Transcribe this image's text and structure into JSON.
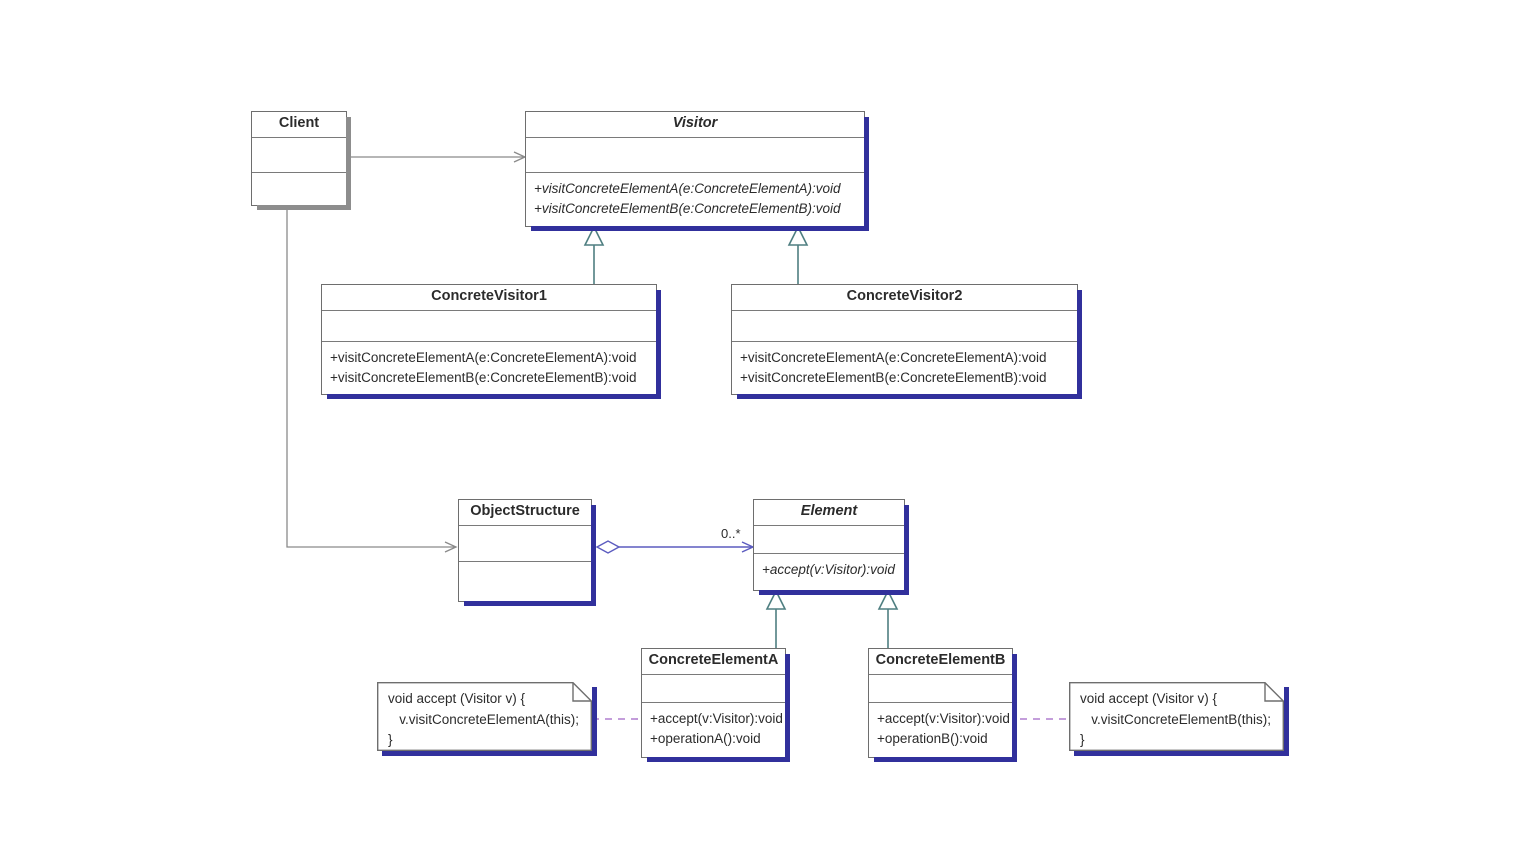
{
  "diagram": {
    "type": "uml-class-diagram",
    "pattern": "Visitor",
    "background": "#ffffff",
    "colors": {
      "class_border": "#6e6e6e",
      "class_shadow": "#31309c",
      "client_shadow": "#8d8d8d",
      "association_line": "#8a8a8a",
      "aggregation_line": "#5b5bbf",
      "generalization_line": "#4f7f81",
      "note_link": "#b07fcf",
      "text": "#2b2b2b"
    }
  },
  "classes": {
    "client": {
      "name": "Client",
      "abstract": false,
      "attributes": [],
      "operations": []
    },
    "visitor": {
      "name": "Visitor",
      "abstract": true,
      "attributes": [],
      "operations": [
        "+visitConcreteElementA(e:ConcreteElementA):void",
        "+visitConcreteElementB(e:ConcreteElementB):void"
      ]
    },
    "concrete_visitor_1": {
      "name": "ConcreteVisitor1",
      "abstract": false,
      "attributes": [],
      "operations": [
        "+visitConcreteElementA(e:ConcreteElementA):void",
        "+visitConcreteElementB(e:ConcreteElementB):void"
      ]
    },
    "concrete_visitor_2": {
      "name": "ConcreteVisitor2",
      "abstract": false,
      "attributes": [],
      "operations": [
        "+visitConcreteElementA(e:ConcreteElementA):void",
        "+visitConcreteElementB(e:ConcreteElementB):void"
      ]
    },
    "object_structure": {
      "name": "ObjectStructure",
      "abstract": false,
      "attributes": [],
      "operations": []
    },
    "element": {
      "name": "Element",
      "abstract": true,
      "attributes": [],
      "operations": [
        "+accept(v:Visitor):void"
      ]
    },
    "concrete_element_a": {
      "name": "ConcreteElementA",
      "abstract": false,
      "attributes": [],
      "operations": [
        "+accept(v:Visitor):void",
        "+operationA():void"
      ]
    },
    "concrete_element_b": {
      "name": "ConcreteElementB",
      "abstract": false,
      "attributes": [],
      "operations": [
        "+accept(v:Visitor):void",
        "+operationB():void"
      ]
    }
  },
  "notes": {
    "note_a": {
      "text": "void accept (Visitor v) {\n   v.visitConcreteElementA(this);\n}",
      "attached_to": "ConcreteElementA"
    },
    "note_b": {
      "text": "void accept (Visitor v) {\n   v.visitConcreteElementB(this);\n}",
      "attached_to": "ConcreteElementB"
    }
  },
  "relationships": {
    "client_to_visitor": {
      "kind": "association",
      "from": "Client",
      "to": "Visitor",
      "label": ""
    },
    "client_to_object_structure": {
      "kind": "association",
      "from": "Client",
      "to": "ObjectStructure",
      "label": ""
    },
    "visitor1_to_visitor": {
      "kind": "generalization",
      "from": "ConcreteVisitor1",
      "to": "Visitor",
      "label": ""
    },
    "visitor2_to_visitor": {
      "kind": "generalization",
      "from": "ConcreteVisitor2",
      "to": "Visitor",
      "label": ""
    },
    "structure_to_element": {
      "kind": "aggregation",
      "from": "ObjectStructure",
      "to": "Element",
      "label": "0..*"
    },
    "element_a_to_element": {
      "kind": "generalization",
      "from": "ConcreteElementA",
      "to": "Element",
      "label": ""
    },
    "element_b_to_element": {
      "kind": "generalization",
      "from": "ConcreteElementB",
      "to": "Element",
      "label": ""
    }
  }
}
